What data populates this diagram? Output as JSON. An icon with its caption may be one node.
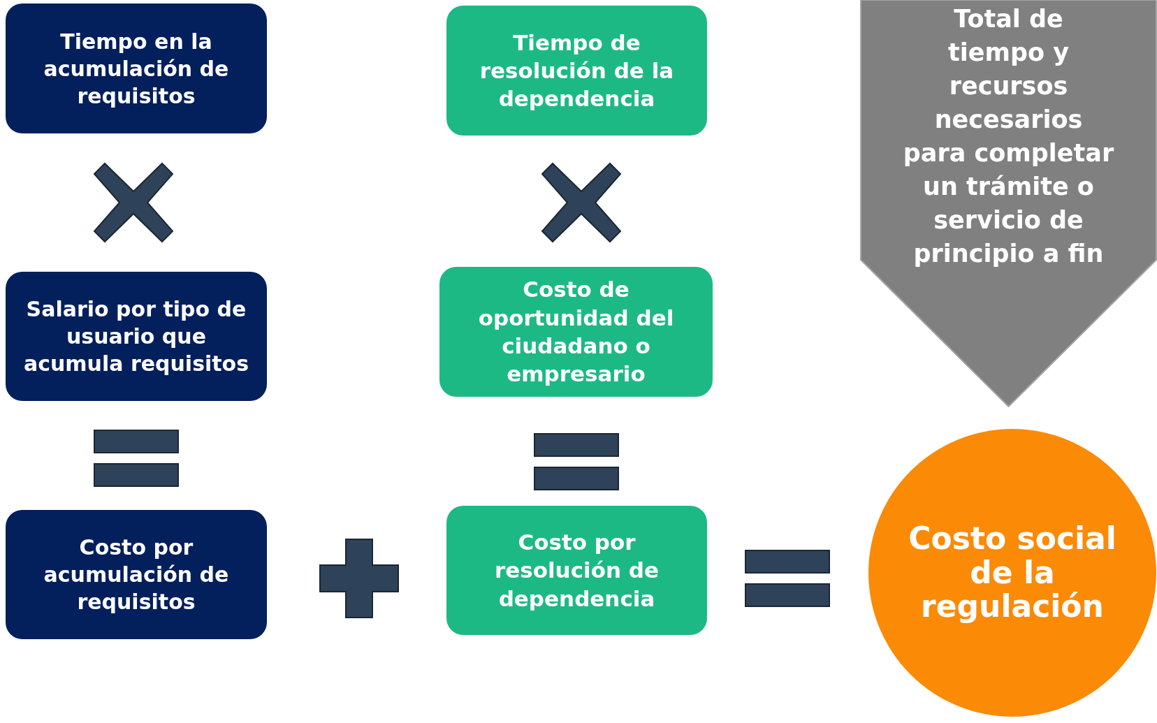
{
  "diagram": {
    "nodes": [
      {
        "text": [
          "Tiempo en la acumulación de requisitos"
        ]
      },
      {
        "text": [
          "Salario por tipo de usuario que acumula requisitos"
        ]
      },
      {
        "text": [
          "Costo por acumulación de requisitos"
        ]
      },
      {
        "text": [
          "Tiempo de resolución de la dependencia"
        ]
      },
      {
        "text": [
          "Costo de oportunidad del ciudadano o empresario"
        ]
      },
      {
        "text": [
          "Costo por resolución de dependencia"
        ]
      },
      {
        "text": [
          "Total de tiempo y recursos necesarios para completar un trámite o servicio de principio a fin"
        ]
      },
      {
        "text": [
          "Costo social de la regulación"
        ]
      }
    ]
  }
}
